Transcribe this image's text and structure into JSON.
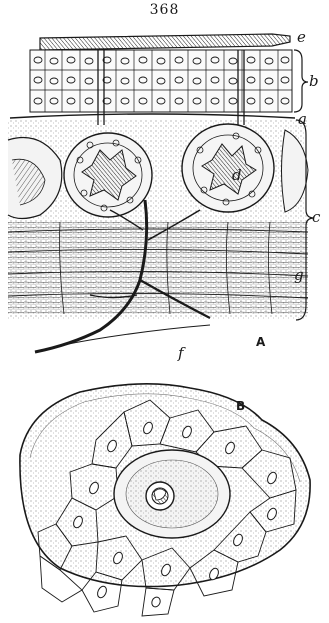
{
  "page_number": "368",
  "figure_a": {
    "caption": "A",
    "labels": {
      "e": "e",
      "b": "b",
      "a": "a",
      "c": "c",
      "d": "d",
      "g": "g",
      "f": "f"
    }
  },
  "figure_b": {
    "caption": "B"
  },
  "colors": {
    "ink": "#1a1a1a",
    "paper": "#ffffff"
  }
}
